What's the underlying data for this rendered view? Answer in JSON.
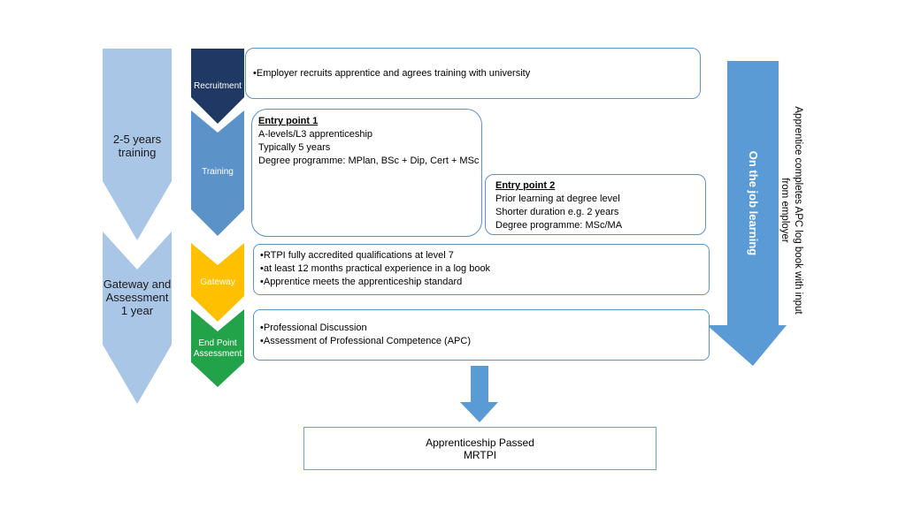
{
  "periods": {
    "training": [
      "2-5 years",
      "training"
    ],
    "gateway": [
      "Gateway and",
      "Assessment",
      "1 year"
    ]
  },
  "stages": {
    "recruitment": "Recruitment",
    "training": "Training",
    "gateway": "Gateway",
    "epa": [
      "End Point",
      "Assessment"
    ]
  },
  "boxes": {
    "recruitment": "•Employer recruits apprentice and agrees training with university",
    "entry1": {
      "title": "Entry point 1",
      "lines": [
        "A-levels/L3 apprenticeship",
        "Typically 5 years",
        "Degree programme: MPlan, BSc + Dip, Cert + MSc"
      ]
    },
    "entry2": {
      "title": "Entry point 2",
      "lines": [
        "Prior learning at degree level",
        "Shorter duration e.g. 2 years",
        "Degree programme: MSc/MA"
      ]
    },
    "gateway": [
      "•RTPI fully accredited qualifications at level 7",
      "•at least 12 months practical experience in a log book",
      "•Apprentice meets the apprenticeship standard"
    ],
    "epa": [
      "•Professional Discussion",
      "•Assessment of Professional Competence (APC)"
    ]
  },
  "on_job": "On the job learning",
  "side_note": [
    "Apprentice completes APC log book with input",
    "from employer"
  ],
  "result": [
    "Apprenticeship Passed",
    "MRTPI"
  ],
  "colors": {
    "period": "#a9c6e6",
    "recruitment": "#1f3864",
    "training": "#5b93c9",
    "gateway": "#ffc000",
    "epa": "#22a34a",
    "arrow": "#5b9bd5"
  }
}
